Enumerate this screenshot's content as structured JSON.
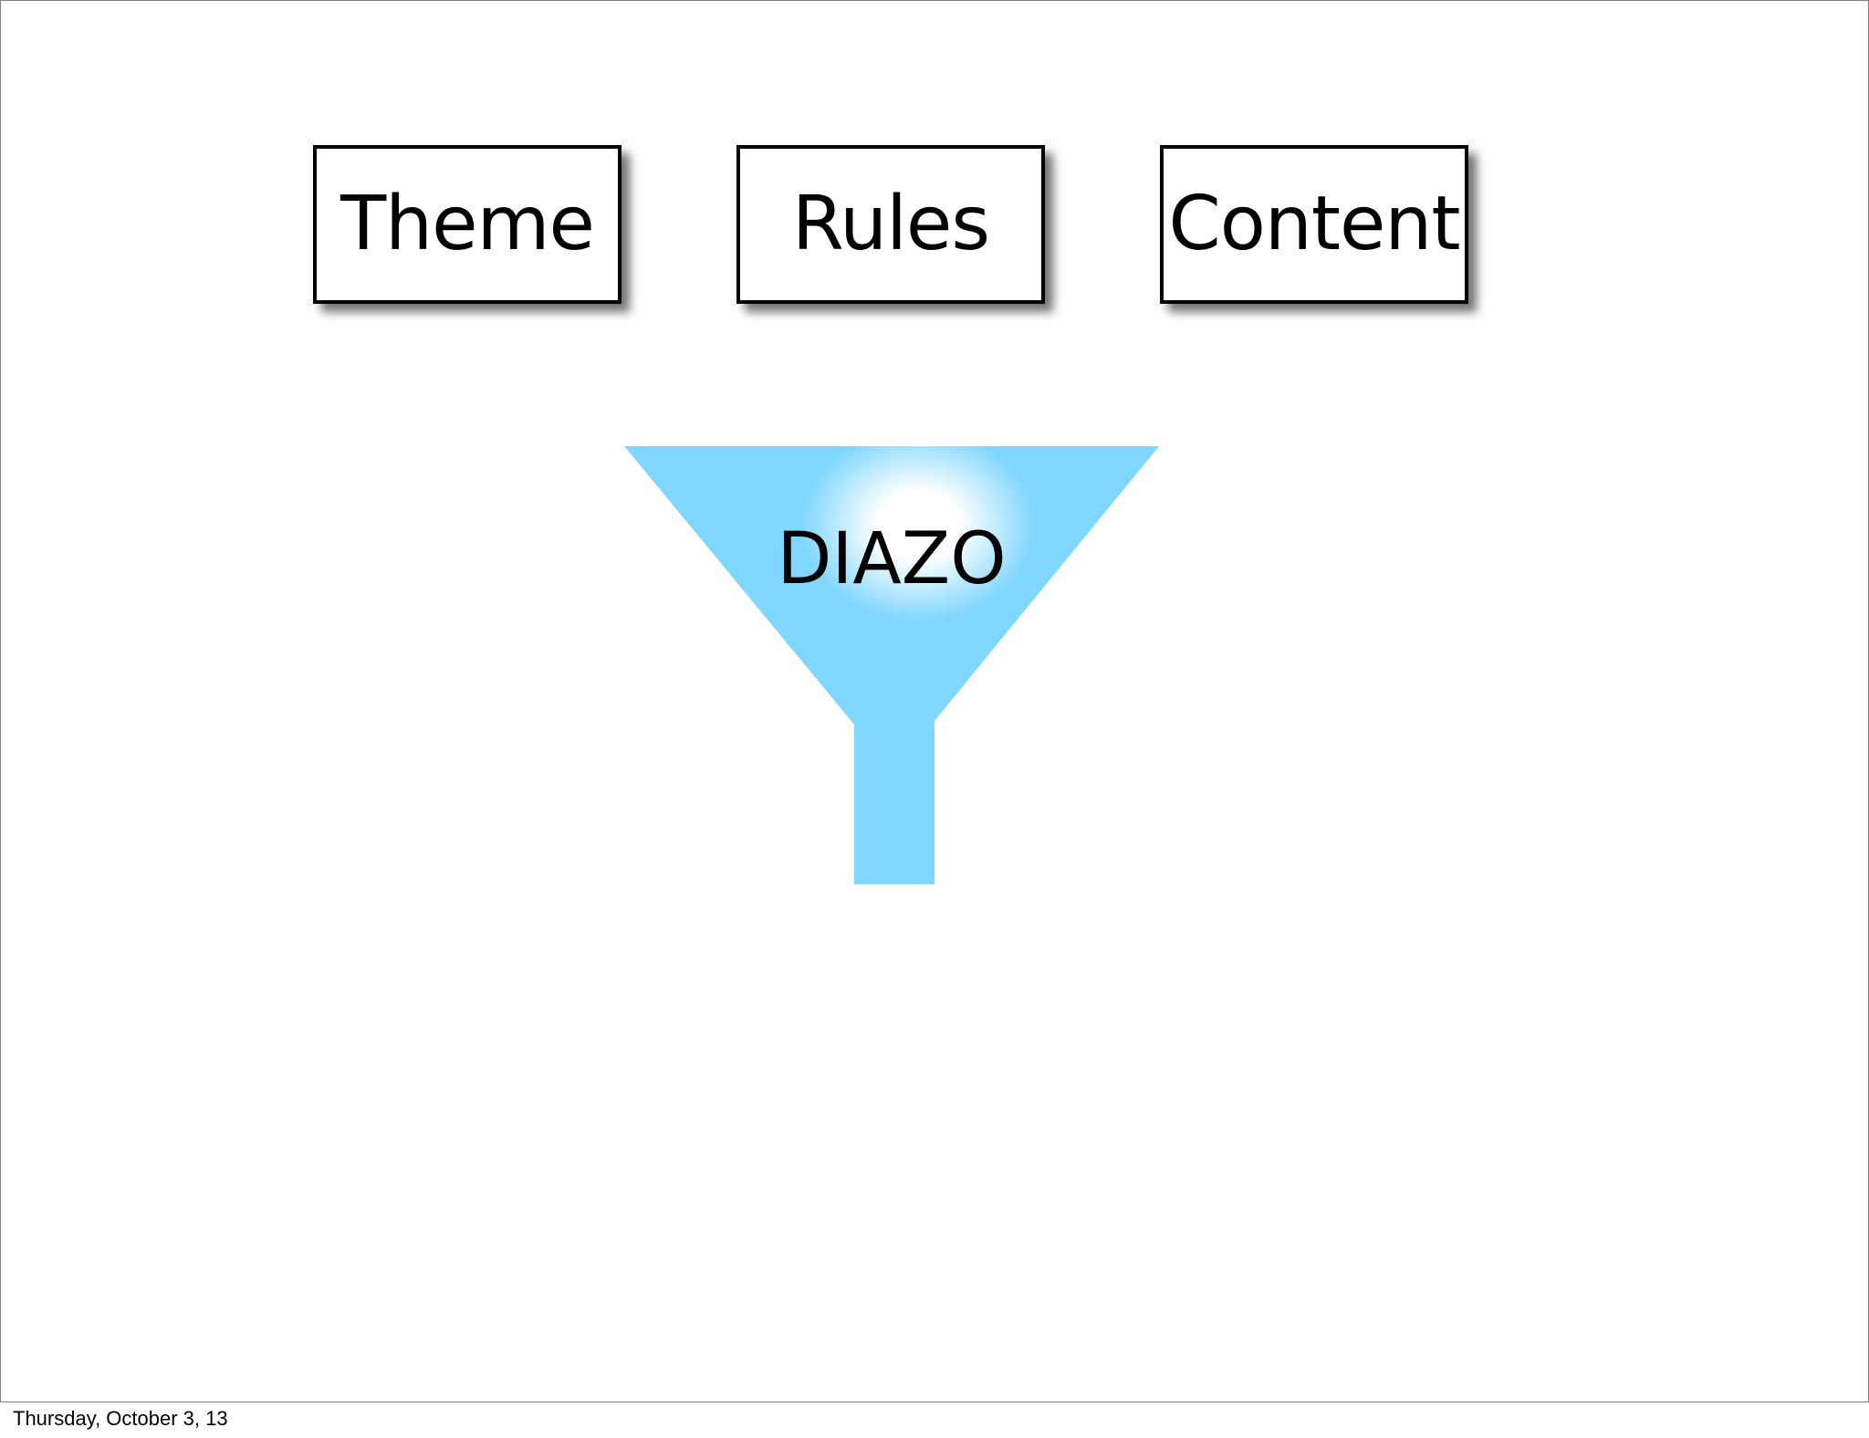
{
  "slide": {
    "boxes": [
      {
        "label": "Theme"
      },
      {
        "label": "Rules"
      },
      {
        "label": "Content"
      }
    ],
    "funnel": {
      "label": "DIAZO",
      "color": "#7fd6ff"
    }
  },
  "footer": {
    "date": "Thursday, October 3, 13"
  }
}
